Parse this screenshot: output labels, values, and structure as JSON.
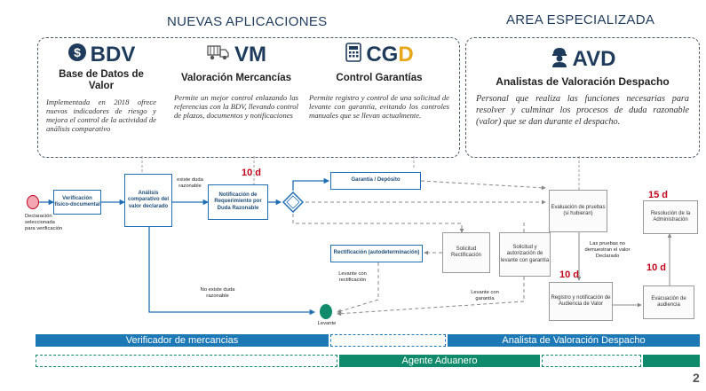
{
  "headers": {
    "left": "NUEVAS APLICACIONES",
    "right": "AREA ESPECIALIZADA"
  },
  "apps": [
    {
      "logo": "BDV",
      "icon": "dollar-circle-icon",
      "title": "Base de Datos de Valor",
      "description": "Implementada en 2018 ofrece nuevos indicadores de riesgo y mejora el control de la actividad de análisis comparativo"
    },
    {
      "logo": "VM",
      "icon": "truck-container-icon",
      "title": "Valoración Mercancías",
      "description": "Permite un mejor control enlazando las referencias con la BDV, llevando control de plazos, documentos y notificaciones"
    },
    {
      "logo_main": "CG",
      "logo_accent": "D",
      "icon": "calculator-icon",
      "title": "Control Garantías",
      "description": "Permite registro y control de una solicitud de levante con garantía, evitando los controles manuales que se llevan actualmente."
    }
  ],
  "specialized": {
    "logo": "AVD",
    "icon": "worker-helmet-icon",
    "title": "Analistas de Valoración Despacho",
    "description": "Personal que realiza las funciones necesarias para resolver y culminar los procesos de duda razonable (valor) que se dan durante el despacho."
  },
  "flow": {
    "start_label": "Declaración seleccionada para verificación",
    "verificacion": "Verificación físico-documental",
    "analisis": "Análisis comparativo del valor declarado",
    "existe_duda": "existe duda razonable",
    "no_existe_duda": "No existe duda razonable",
    "notificacion": "Notificación de Requerimiento por Duda Razonable",
    "days_10_top": "10 d",
    "garantia": "Garantía / Depósito",
    "rectificacion": "Rectificación (autodeterminación)",
    "solicitud_rect": "Solicitud Rectificación",
    "solicitud_levante": "Solicitud y autorización de levante con garantía",
    "levante_rect": "Levante con rectificación",
    "levante_gar": "Levante con garantía",
    "levante": "Levante",
    "evaluacion_pruebas": "Evaluación de pruebas (si hubieran)",
    "pruebas_no": "Las pruebas no demuestran el valor Declarado",
    "days_10_mid": "10 d",
    "registro": "Registro y notificación de Audiencia de Valor",
    "evacuacion": "Evacuación de audiencia",
    "days_10_right": "10 d",
    "resolucion": "Resolución de la Administración",
    "days_15": "15 d"
  },
  "bars": {
    "verificador": "Verificador de mercancias",
    "analista": "Analista de Valoración Despacho",
    "agente": "Agente Aduanero"
  },
  "colors": {
    "navy": "#1f3b5c",
    "blue_bar": "#1d78b6",
    "teal_bar": "#0f8a6b",
    "red_days": "#c0001a",
    "gold": "#e8a61b"
  },
  "page_number": "2"
}
